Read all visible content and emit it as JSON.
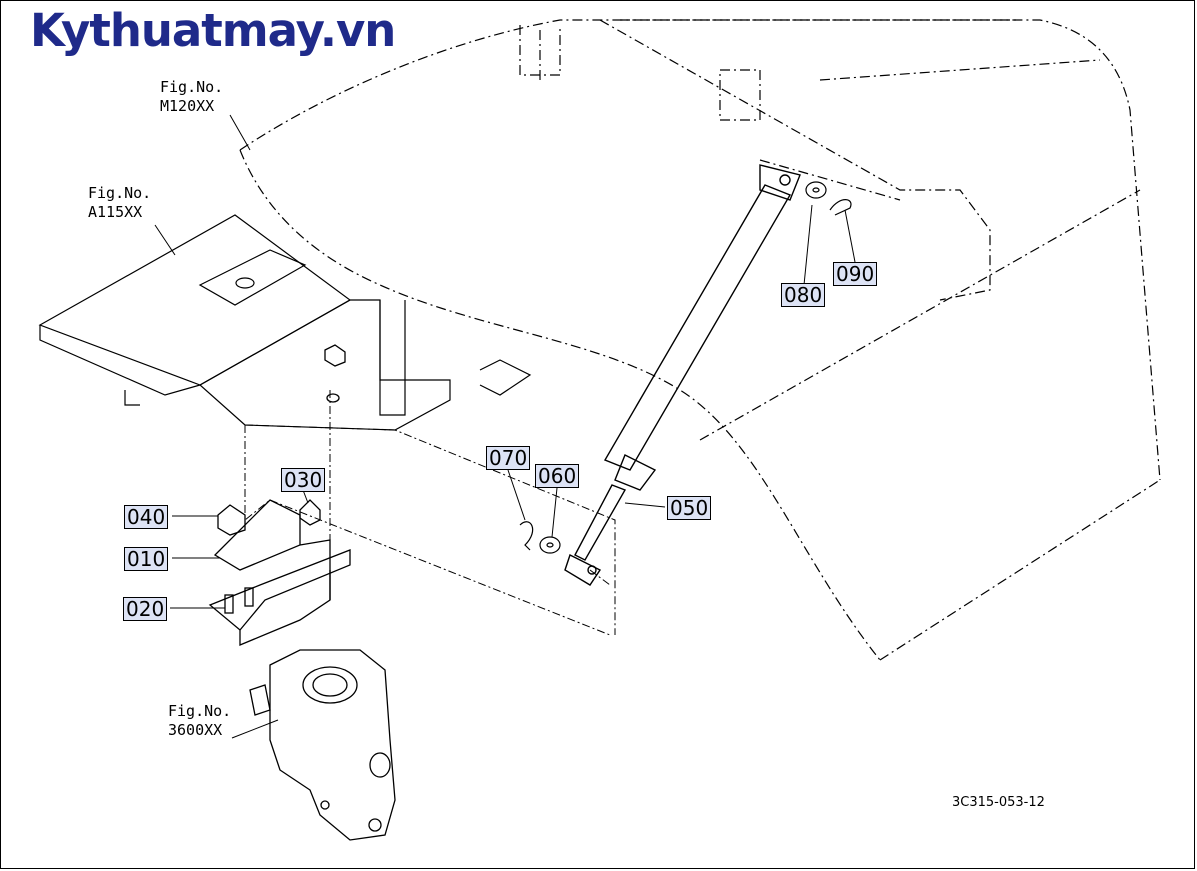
{
  "watermark": "Kythuatmay.vn",
  "figure_refs": [
    {
      "id": "m120",
      "line1": "Fig.No.",
      "line2": "M120XX"
    },
    {
      "id": "a115",
      "line1": "Fig.No.",
      "line2": "A115XX"
    },
    {
      "id": "3600",
      "line1": "Fig.No.",
      "line2": "3600XX"
    }
  ],
  "callouts": {
    "c010": "010",
    "c020": "020",
    "c030": "030",
    "c040": "040",
    "c050": "050",
    "c060": "060",
    "c070": "070",
    "c080": "080",
    "c090": "090"
  },
  "diagram_code": "3C315-053-12",
  "colors": {
    "watermark": "#1f2a8a",
    "callout_bg": "#dde3f5",
    "line": "#000000"
  }
}
